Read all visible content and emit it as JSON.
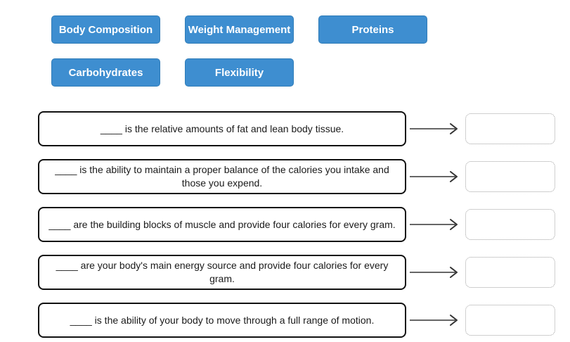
{
  "word_bank": {
    "chips": [
      {
        "label": "Body Composition"
      },
      {
        "label": "Weight Management"
      },
      {
        "label": "Proteins"
      },
      {
        "label": "Carbohydrates"
      },
      {
        "label": "Flexibility"
      }
    ]
  },
  "matching": {
    "questions": [
      {
        "text": "____ is the relative amounts of fat and lean body tissue."
      },
      {
        "text": "____ is the ability to maintain a proper balance of the calories you intake and those you expend."
      },
      {
        "text": "____ are the building blocks of muscle and provide four calories for every gram."
      },
      {
        "text": "____ are your body's main energy source and provide four calories for every gram."
      },
      {
        "text": "____ is the ability of your body to move through a full range of motion."
      }
    ]
  },
  "colors": {
    "chip_bg": "#3e8ed0",
    "chip_border": "#2f7cb8",
    "chip_text": "#ffffff",
    "question_border": "#111111",
    "question_text": "#1a1a1a",
    "answer_slot_border": "#a0a0a0",
    "arrow": "#333333",
    "page_bg": "#ffffff"
  }
}
